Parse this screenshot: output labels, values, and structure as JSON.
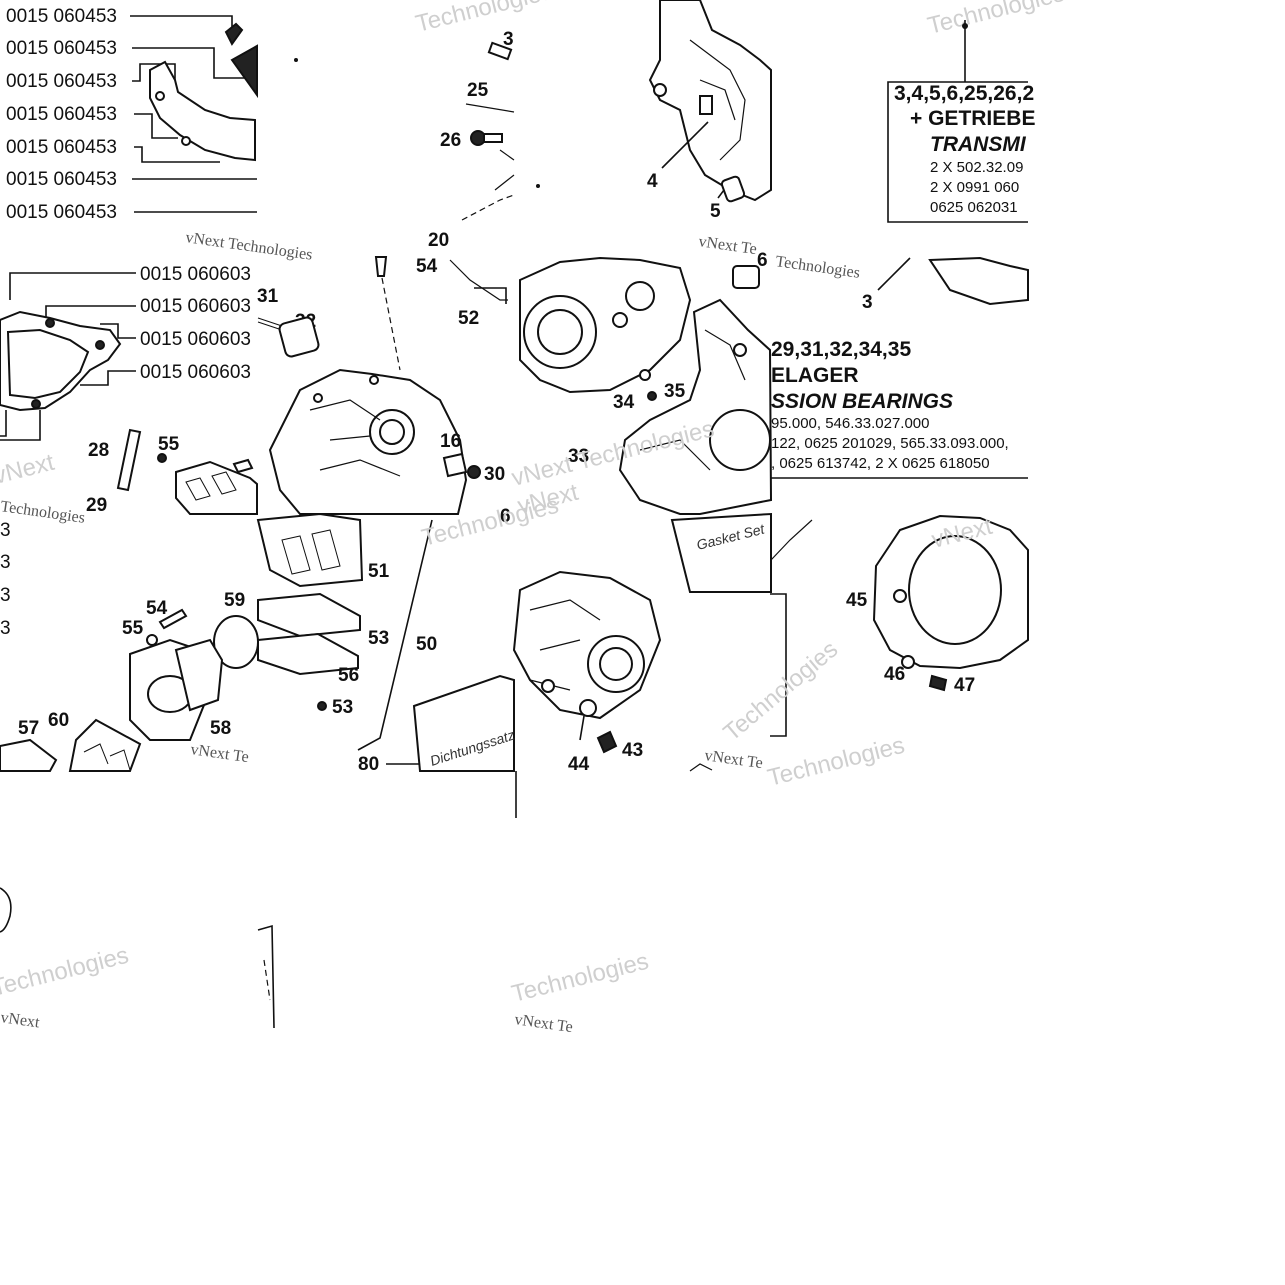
{
  "left_gasket_part_numbers": [
    "0015 060453",
    "0015 060453",
    "0015 060453",
    "0015 060453",
    "0015 060453",
    "0015 060453",
    "0015 060453"
  ],
  "mid_gasket_part_numbers": [
    "0015 060603",
    "0015 060603",
    "0015 060603",
    "0015 060603"
  ],
  "callouts": [
    "3",
    "25",
    "26",
    "20",
    "4",
    "5",
    "54",
    "52",
    "32",
    "16",
    "30",
    "31",
    "28",
    "55",
    "29",
    "34",
    "35",
    "33",
    "51",
    "53",
    "50",
    "54",
    "55",
    "59",
    "58",
    "60",
    "57",
    "56",
    "53",
    "80",
    "45",
    "46",
    "47",
    "43",
    "44",
    "3",
    "6",
    "6"
  ],
  "bearing_box": {
    "head_line1": "3,4,5,6,25,26,2",
    "head_line2": "+ GETRIEBE",
    "head_line3": "TRANSMI",
    "lines": [
      "2 X 502.32.09",
      "2 X 0991 060",
      "0625 062031"
    ]
  },
  "bearing_box_lower": {
    "head_line1": "29,31,32,34,35",
    "head_line2": "ELAGER",
    "head_line3": "SSION BEARINGS",
    "lines": [
      "95.000, 546.33.027.000",
      "122, 0625 201029, 565.33.093.000,",
      ", 0625 613742, 2 X 0625 618050"
    ]
  },
  "kit_labels": [
    "Gasket Set",
    "Dichtungssatz"
  ],
  "watermarks": [
    "Technologies",
    "vNext Technologies",
    "vNext",
    "Technologies",
    "vNext Te",
    "Technologies",
    "vNext Technologies",
    "vNext",
    "Technologies",
    "vNext Te",
    "Technologies",
    "vNext Te",
    "Technologies",
    "vNext",
    "Technologies",
    "vNext",
    "Technologies",
    "vNext Te",
    "Technologies"
  ]
}
